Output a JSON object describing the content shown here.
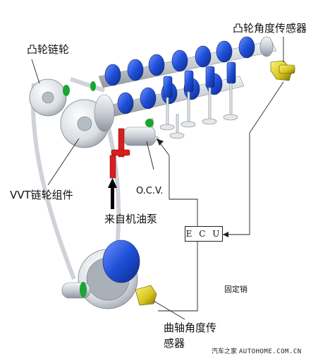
{
  "labels": {
    "cam_sprocket": "凸轮链轮",
    "cam_angle_sensor": "凸轮角度传感器",
    "vvt_sprocket_assembly": "VVT链轮组件",
    "ocv": "O.C.V.",
    "from_oil_pump": "来自机油泵",
    "ecu": "E C U",
    "fixed_pin": "固定销",
    "crank_angle_sensor_line1": "曲轴角度传",
    "crank_angle_sensor_line2": "感器"
  },
  "watermark": {
    "prefix": "汽车之家",
    "site": "AUTOHOME.COM.CN"
  },
  "colors": {
    "cam_lobe": "#1f4fd8",
    "shaft": "#d9dde2",
    "sensor": "#d4c21a",
    "oil_passage": "#d81e1e",
    "accent_green": "#1aa531",
    "chain": "#d8d8d8"
  }
}
